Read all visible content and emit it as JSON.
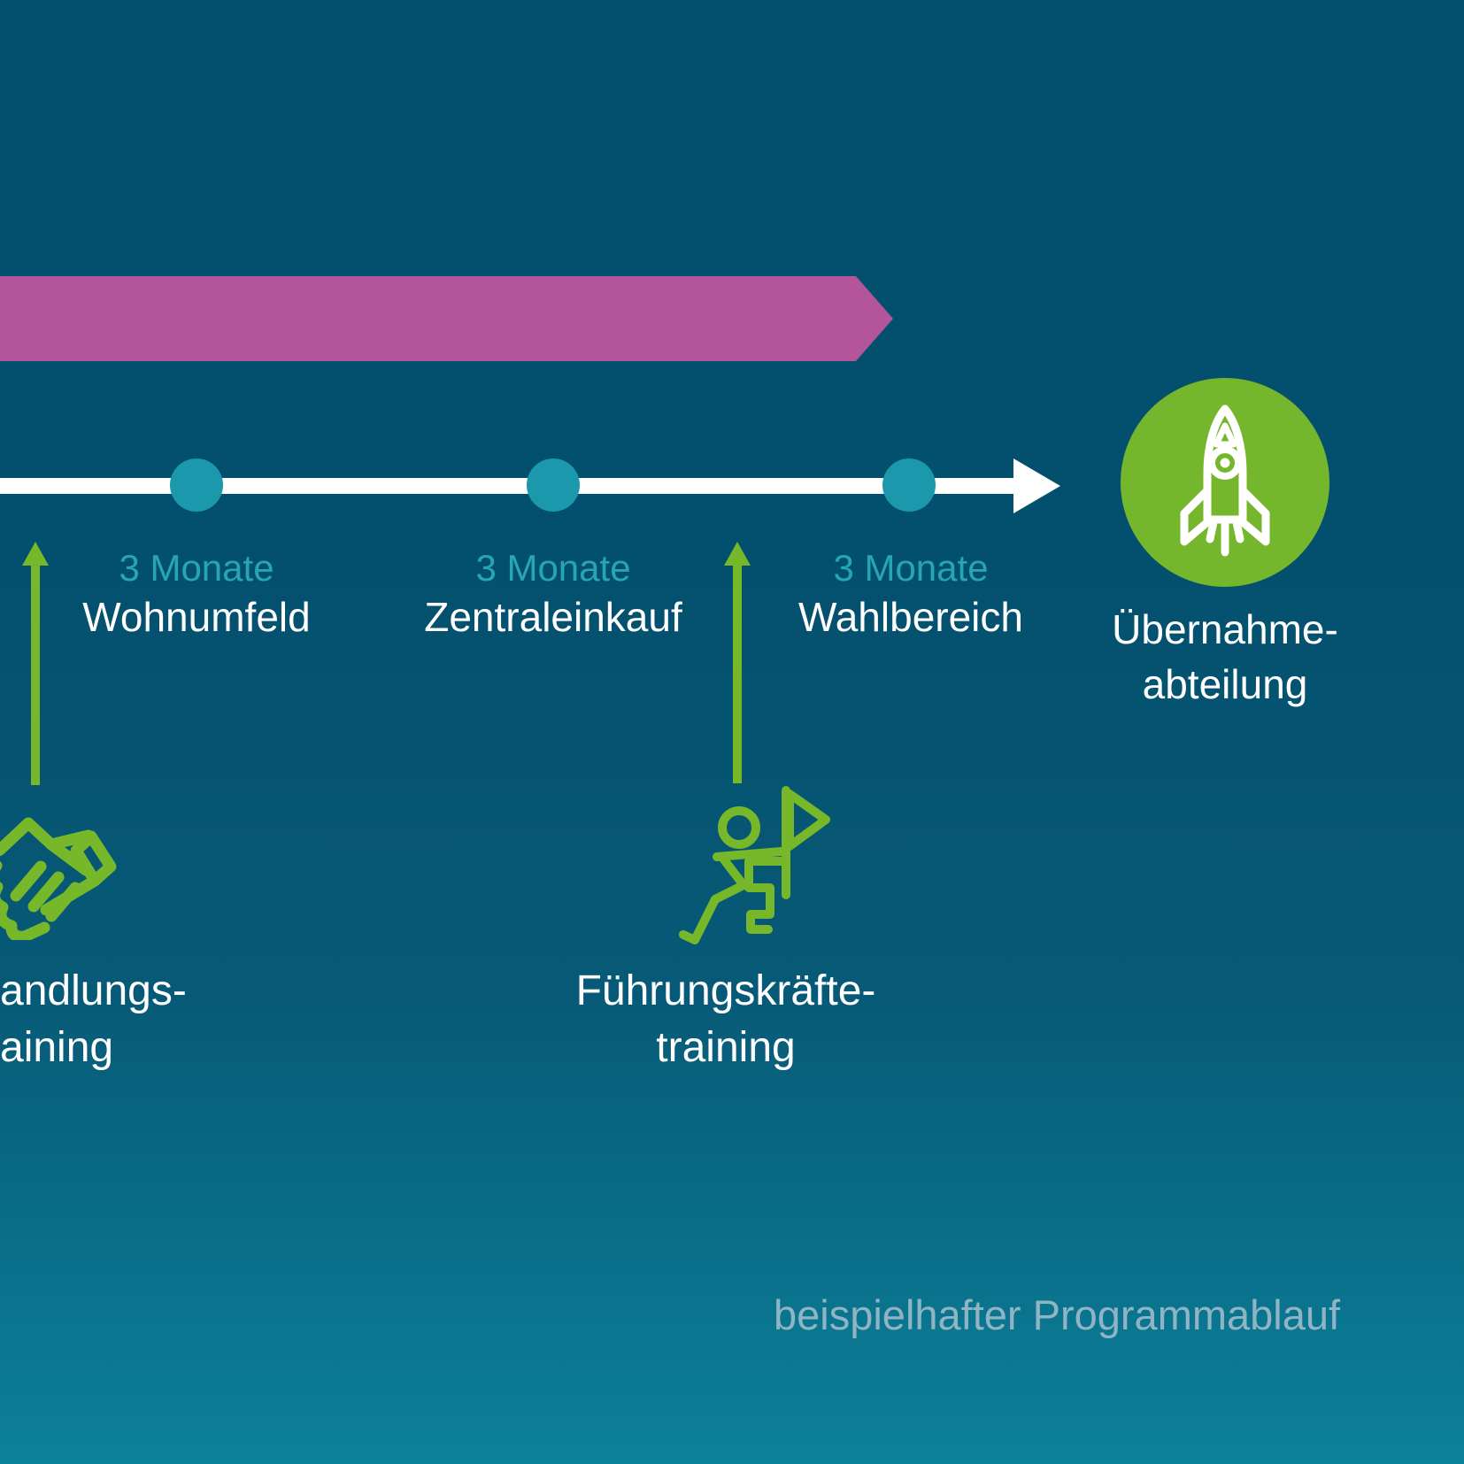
{
  "palette": {
    "background_top": "#03506e",
    "background_bottom": "#0c819a",
    "magenta": "#b4549b",
    "timeline_white": "#ffffff",
    "dot_teal": "#1b98ab",
    "duration_teal": "#28a4b6",
    "green": "#76b82a",
    "caption_gray": "#8fb4c3"
  },
  "timeline": {
    "stages": [
      {
        "duration": "3 Monate",
        "label": "Wohnumfeld"
      },
      {
        "duration": "3 Monate",
        "label": "Zentraleinkauf"
      },
      {
        "duration": "3 Monate",
        "label": "Wahlbereich"
      }
    ],
    "end": {
      "icon": "rocket-icon",
      "label_line1": "Übernahme-",
      "label_line2": "abteilung"
    }
  },
  "trainings": [
    {
      "icon": "handshake-icon",
      "line1": "andlungs-",
      "line2": "aining"
    },
    {
      "icon": "flag-runner-icon",
      "line1": "Führungskräfte-",
      "line2": "training"
    }
  ],
  "caption": "beispielhafter Programmablauf"
}
